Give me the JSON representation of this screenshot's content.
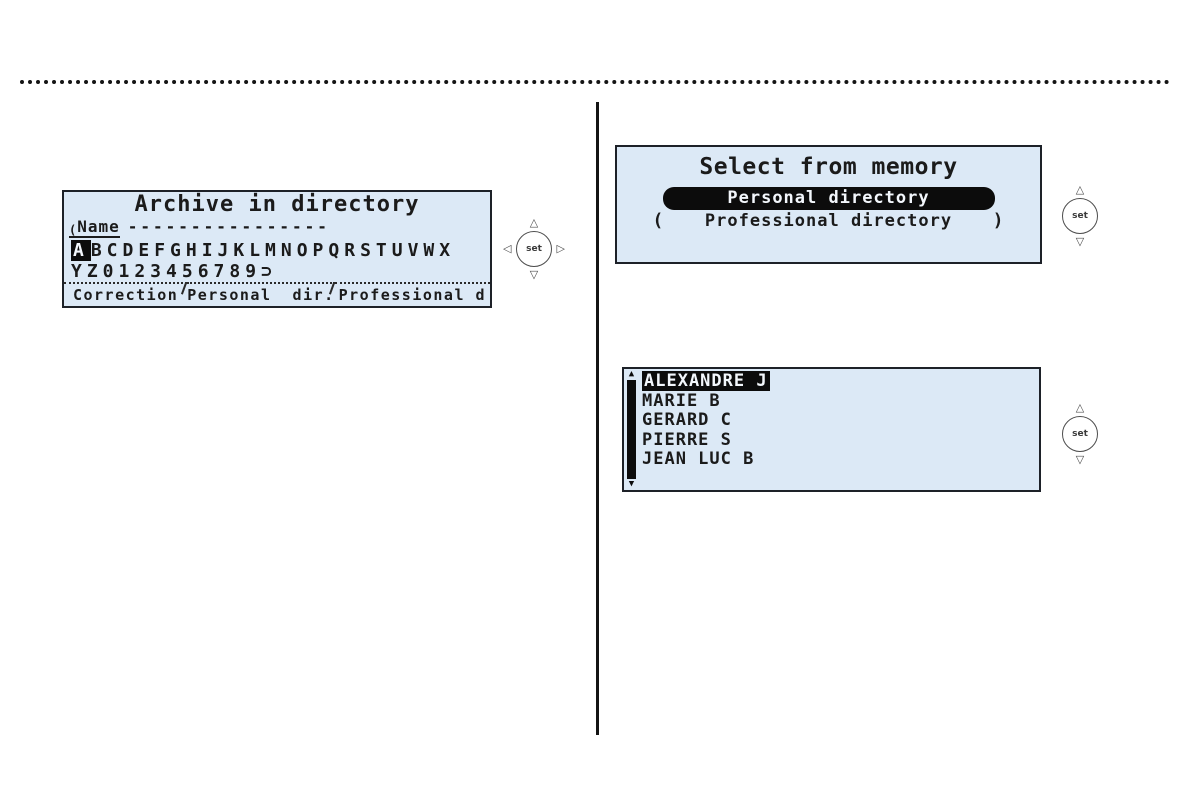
{
  "colors": {
    "lcd_bg": "#dce9f6",
    "lcd_border": "#1d2128",
    "ink": "#1b1b1b",
    "hl_bg": "#0c0c0c",
    "hl_text": "#f3f7fc"
  },
  "nav": {
    "set_label": "set",
    "up_glyph": "△",
    "down_glyph": "▽",
    "left_glyph": "◁",
    "right_glyph": "▷"
  },
  "scrollbar": {
    "up_glyph": "▲",
    "down_glyph": "▼"
  },
  "screens": {
    "archive": {
      "title": "Archive in directory",
      "name_prefix": "(",
      "name_label": "Name",
      "name_value": "----------------",
      "alpha_selected": "A",
      "alpha_row1_rest": "BCDEFGHIJKLMNOPQRSTUVWX",
      "alpha_row2": "YZ0123456789",
      "space_symbol": "⊃",
      "tabs": [
        "Correction",
        "Personal  dir.",
        "Professional d"
      ]
    },
    "select_memory": {
      "title": "Select from memory",
      "selected_option": "Personal directory",
      "second_option": "Professional directory",
      "paren_open": "(",
      "paren_close": ")"
    },
    "name_list": {
      "selected_item": "ALEXANDRE J",
      "items": [
        "ALEXANDRE J",
        "MARIE B",
        "GERARD C",
        "PIERRE S",
        "JEAN LUC B"
      ]
    }
  }
}
